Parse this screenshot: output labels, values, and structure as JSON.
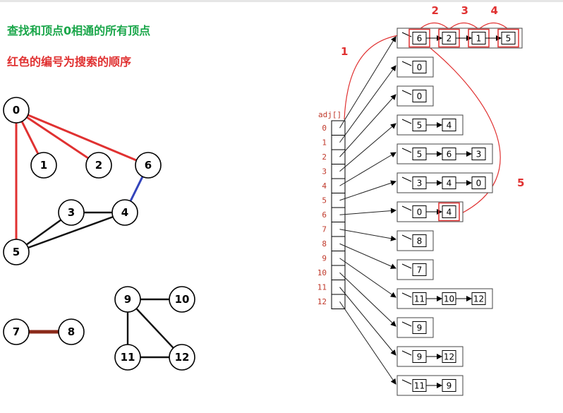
{
  "texts": {
    "title": "查找和顶点0相通的所有顶点",
    "note": "红色的编号为搜索的顺序",
    "adj_label": "adj[]"
  },
  "colors": {
    "edge_red": "#e03131",
    "edge_blue": "#3344bb",
    "edge_brown": "#8b2a1a",
    "edge_black": "#111111",
    "highlight": "#e03131",
    "title_green": "#1aa64a"
  },
  "graph": {
    "nodes": [
      {
        "id": "0",
        "label": "0"
      },
      {
        "id": "1",
        "label": "1"
      },
      {
        "id": "2",
        "label": "2"
      },
      {
        "id": "3",
        "label": "3"
      },
      {
        "id": "4",
        "label": "4"
      },
      {
        "id": "5",
        "label": "5"
      },
      {
        "id": "6",
        "label": "6"
      },
      {
        "id": "7",
        "label": "7"
      },
      {
        "id": "8",
        "label": "8"
      },
      {
        "id": "9",
        "label": "9"
      },
      {
        "id": "10",
        "label": "10"
      },
      {
        "id": "11",
        "label": "11"
      },
      {
        "id": "12",
        "label": "12"
      }
    ],
    "edges": [
      {
        "from": "0",
        "to": "1",
        "color": "red"
      },
      {
        "from": "0",
        "to": "2",
        "color": "red"
      },
      {
        "from": "0",
        "to": "6",
        "color": "red"
      },
      {
        "from": "0",
        "to": "5",
        "color": "red"
      },
      {
        "from": "6",
        "to": "4",
        "color": "blue"
      },
      {
        "from": "3",
        "to": "4",
        "color": "black"
      },
      {
        "from": "3",
        "to": "5",
        "color": "black"
      },
      {
        "from": "4",
        "to": "5",
        "color": "black"
      },
      {
        "from": "7",
        "to": "8",
        "color": "brown"
      },
      {
        "from": "9",
        "to": "10",
        "color": "black"
      },
      {
        "from": "9",
        "to": "11",
        "color": "black"
      },
      {
        "from": "9",
        "to": "12",
        "color": "black"
      },
      {
        "from": "11",
        "to": "12",
        "color": "black"
      }
    ]
  },
  "adj": {
    "indices": [
      "0",
      "1",
      "2",
      "3",
      "4",
      "5",
      "6",
      "7",
      "8",
      "9",
      "10",
      "11",
      "12"
    ],
    "lists": [
      [
        "6",
        "2",
        "1",
        "5"
      ],
      [
        "0"
      ],
      [
        "0"
      ],
      [
        "5",
        "4"
      ],
      [
        "5",
        "6",
        "3"
      ],
      [
        "3",
        "4",
        "0"
      ],
      [
        "0",
        "4"
      ],
      [
        "8"
      ],
      [
        "7"
      ],
      [
        "11",
        "10",
        "12"
      ],
      [
        "9"
      ],
      [
        "9",
        "12"
      ],
      [
        "11",
        "9"
      ]
    ],
    "highlighted": [
      {
        "list": 0,
        "item": 0
      },
      {
        "list": 0,
        "item": 1
      },
      {
        "list": 0,
        "item": 2
      },
      {
        "list": 0,
        "item": 3
      },
      {
        "list": 6,
        "item": 1
      }
    ]
  },
  "search_order": [
    {
      "label": "1"
    },
    {
      "label": "2"
    },
    {
      "label": "3"
    },
    {
      "label": "4"
    },
    {
      "label": "5"
    }
  ]
}
